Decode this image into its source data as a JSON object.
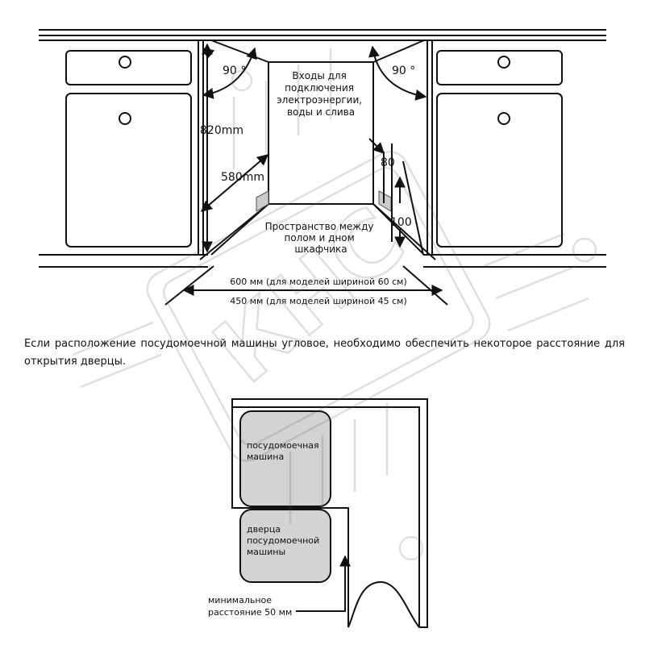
{
  "top_diagram": {
    "angle_left": "90 °",
    "angle_right": "90 °",
    "height_label": "820mm",
    "depth_label": "580mm",
    "inputs_label": [
      "Входы для",
      "подключения",
      "электроэнергии,",
      "воды и слива"
    ],
    "gap_80": "80",
    "gap_100": "100",
    "floor_space_label": [
      "Пространство между",
      "полом и дном",
      "шкафчика"
    ],
    "width_600": "600 мм (для моделей шириной 60 см)",
    "width_450": "450 мм (для моделей шириной 45 см)"
  },
  "paragraph": "Если расположение посудомоечной машины угловое, необходимо обеспечить некоторое расстояние для открытия дверцы.",
  "bottom_diagram": {
    "machine_label": [
      "посудомоечная",
      "машина"
    ],
    "door_label": [
      "дверца",
      "посудомоечной",
      "машины"
    ],
    "min_distance_label": [
      "минимальное",
      "расстояние  50 мм"
    ]
  },
  "watermark": "КНС"
}
